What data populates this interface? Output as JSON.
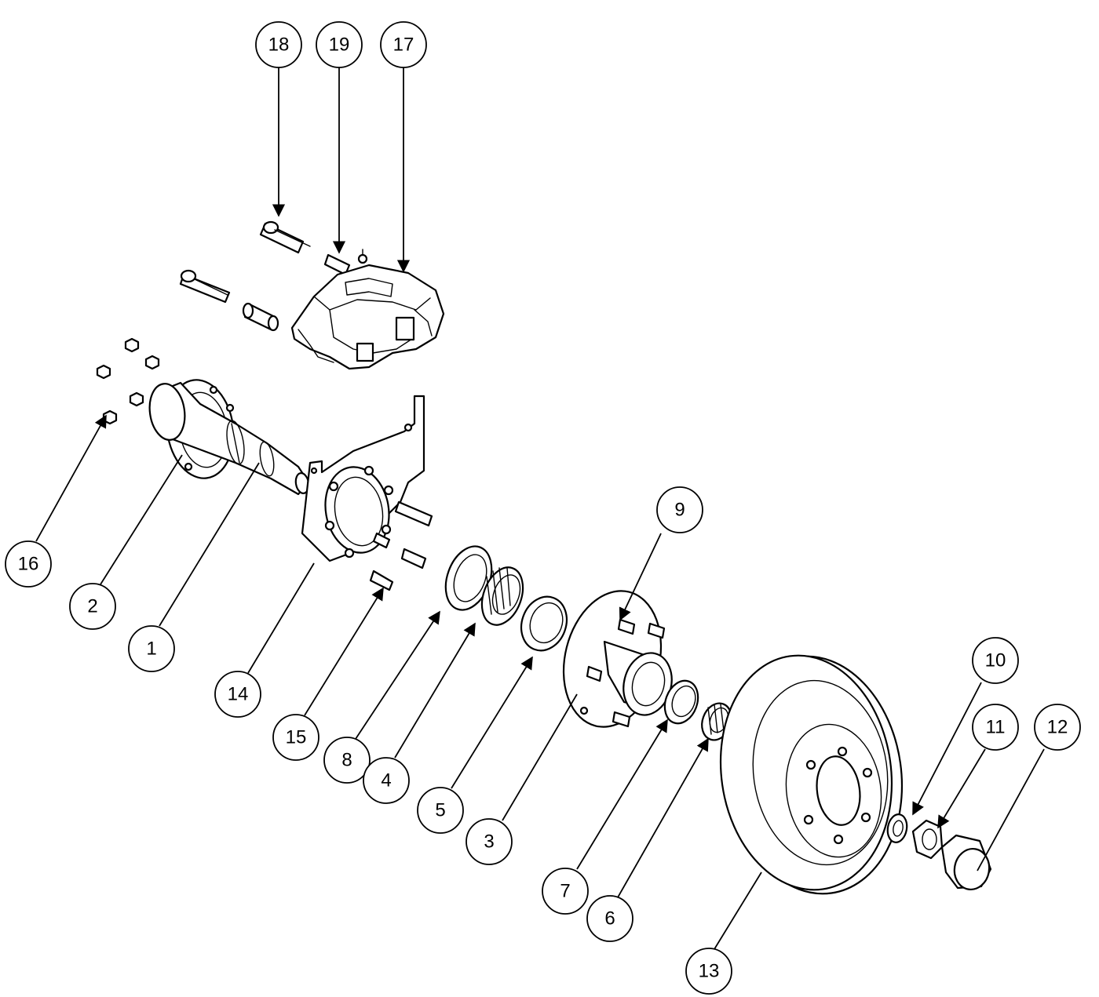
{
  "diagram": {
    "callouts": [
      {
        "id": "callout-1",
        "label": "1"
      },
      {
        "id": "callout-2",
        "label": "2"
      },
      {
        "id": "callout-3",
        "label": "3"
      },
      {
        "id": "callout-4",
        "label": "4"
      },
      {
        "id": "callout-5",
        "label": "5"
      },
      {
        "id": "callout-6",
        "label": "6"
      },
      {
        "id": "callout-7",
        "label": "7"
      },
      {
        "id": "callout-8",
        "label": "8"
      },
      {
        "id": "callout-9",
        "label": "9"
      },
      {
        "id": "callout-10",
        "label": "10"
      },
      {
        "id": "callout-11",
        "label": "11"
      },
      {
        "id": "callout-12",
        "label": "12"
      },
      {
        "id": "callout-13",
        "label": "13"
      },
      {
        "id": "callout-14",
        "label": "14"
      },
      {
        "id": "callout-15",
        "label": "15"
      },
      {
        "id": "callout-16",
        "label": "16"
      },
      {
        "id": "callout-17",
        "label": "17"
      },
      {
        "id": "callout-18",
        "label": "18"
      },
      {
        "id": "callout-19",
        "label": "19"
      }
    ],
    "colors": {
      "line": "#000000",
      "background": "#ffffff"
    }
  }
}
